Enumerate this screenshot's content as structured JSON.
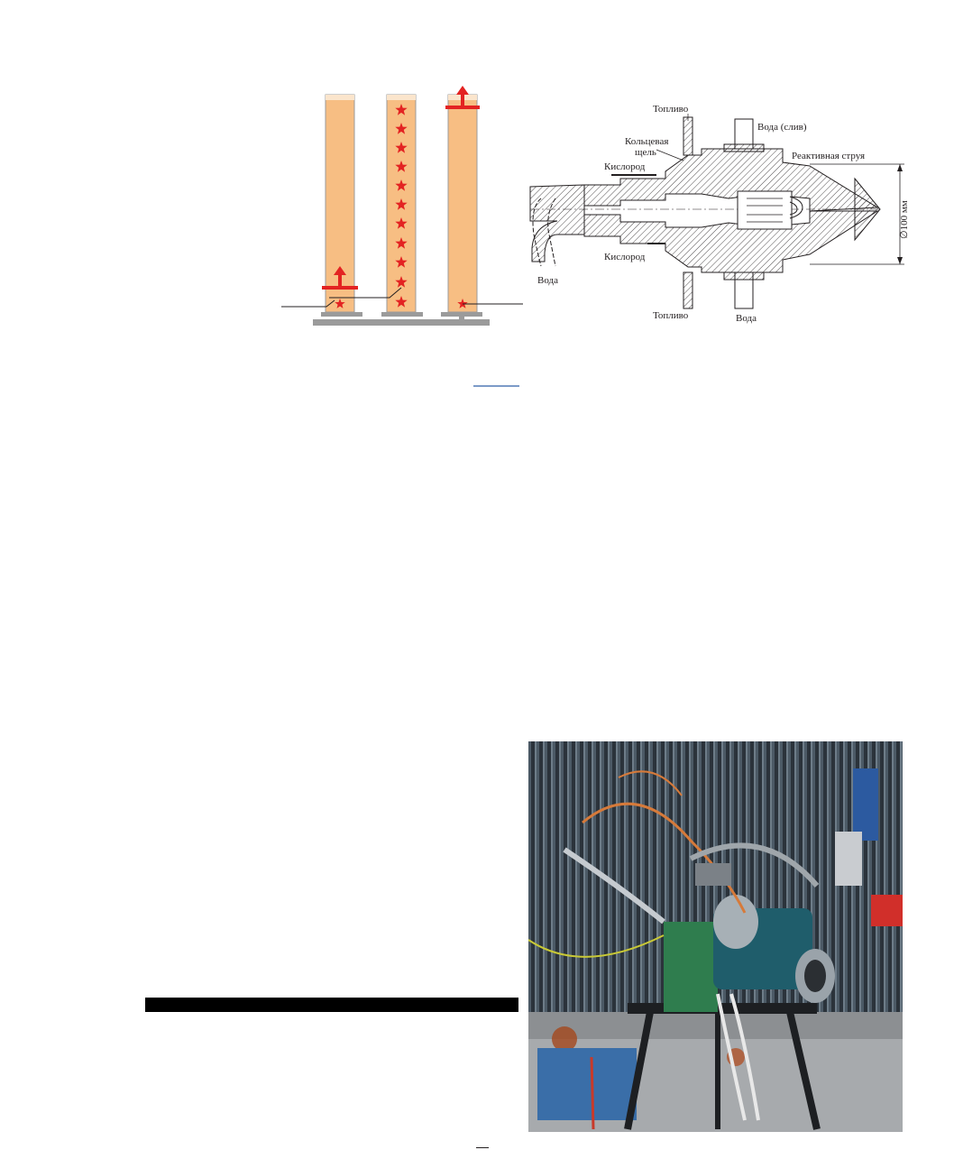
{
  "diagram": {
    "labels": {
      "fuel_top": "Топливо",
      "water_drain": "Вода (слив)",
      "annular_slot_line1": "Кольцевая",
      "annular_slot_line2": "щель",
      "jet": "Реактивная струя",
      "oxygen_top": "Кислород",
      "diameter": "∅100 мм",
      "oxygen_bottom": "Кислород",
      "water_left": "Вода",
      "fuel_bottom": "Топливо",
      "water_bottom": "Вода"
    }
  },
  "colors": {
    "column_fill": "#f7be83",
    "star": "#e32322",
    "plate": "#9b9b9b",
    "footer_bar": "#000000"
  },
  "photo": {
    "description_icon": "burner-test-rig-photo"
  }
}
